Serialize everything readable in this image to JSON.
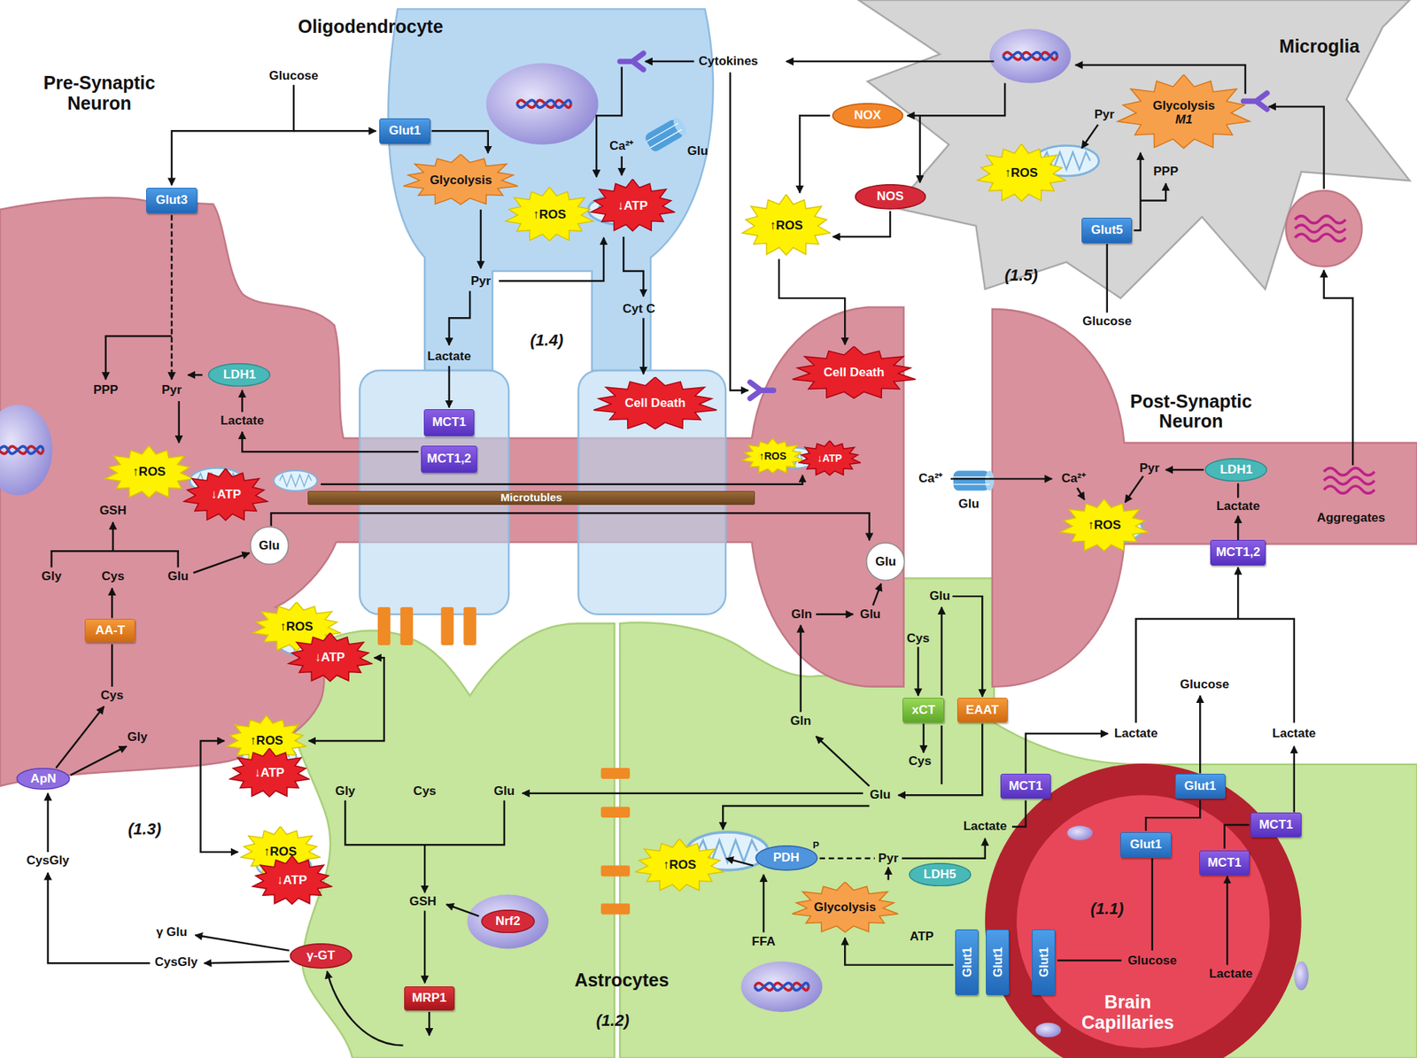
{
  "diagram": {
    "nodes": [
      {
        "text": [
          "Glut1"
        ]
      },
      {
        "text": [
          "Glut3"
        ]
      },
      {
        "text": [
          "Glycolysis"
        ]
      },
      {
        "text": [
          "↑ROS"
        ]
      },
      {
        "text": [
          "↓ATP"
        ]
      },
      {
        "text": [
          "MCT1"
        ]
      },
      {
        "text": [
          "MCT1,2"
        ]
      },
      {
        "text": [
          "Cell Death"
        ]
      },
      {
        "text": [
          "LDH1"
        ]
      },
      {
        "text": [
          "NOX"
        ]
      },
      {
        "text": [
          "NOS"
        ]
      },
      {
        "text": [
          "↑ROS"
        ]
      },
      {
        "text": [
          "Glycolysis",
          "M1"
        ]
      },
      {
        "text": [
          "↑ROS"
        ]
      },
      {
        "text": [
          "Glut5"
        ]
      },
      {
        "text": [
          "Cell Death"
        ]
      },
      {
        "text": [
          "↑ROS"
        ]
      },
      {
        "text": [
          "↓ATP"
        ]
      },
      {
        "text": [
          "Microtubles"
        ]
      },
      {
        "text": [
          "↑ROS"
        ]
      },
      {
        "text": [
          "↓ATP"
        ]
      },
      {
        "text": [
          "Glu"
        ]
      },
      {
        "text": [
          "Glu"
        ]
      },
      {
        "text": [
          "LDH1"
        ]
      },
      {
        "text": [
          "MCT1,2"
        ]
      },
      {
        "text": [
          "↑ROS"
        ]
      },
      {
        "text": [
          "AA-T"
        ]
      },
      {
        "text": [
          "↑ROS"
        ]
      },
      {
        "text": [
          "↓ATP"
        ]
      },
      {
        "text": [
          "↑ROS"
        ]
      },
      {
        "text": [
          "↓ATP"
        ]
      },
      {
        "text": [
          "↑ROS"
        ]
      },
      {
        "text": [
          "↓ATP"
        ]
      },
      {
        "text": [
          "xCT"
        ]
      },
      {
        "text": [
          "EAAT"
        ]
      },
      {
        "text": [
          "MCT1"
        ]
      },
      {
        "text": [
          "Glut1"
        ]
      },
      {
        "text": [
          "MCT1"
        ]
      },
      {
        "text": [
          "Glut1"
        ]
      },
      {
        "text": [
          "MCT1"
        ]
      },
      {
        "text": [
          "ApN"
        ]
      },
      {
        "text": [
          "↑ROS"
        ]
      },
      {
        "text": [
          "PDH"
        ]
      },
      {
        "text": [
          "LDH5"
        ]
      },
      {
        "text": [
          "Glycolysis"
        ]
      },
      {
        "text": [
          "Nrf2"
        ]
      },
      {
        "text": [
          "γ-GT"
        ]
      },
      {
        "text": [
          "MRP1"
        ]
      },
      {
        "text": [
          "Glut1"
        ]
      },
      {
        "text": [
          "Glut1"
        ]
      },
      {
        "text": [
          "Glut1"
        ]
      }
    ],
    "edges": [
      {
        "from": 0,
        "to": 2,
        "arrow": "to"
      },
      {
        "from": 9,
        "to": 11,
        "arrow": "to"
      },
      {
        "from": 10,
        "to": 11,
        "arrow": "to"
      },
      {
        "from": 11,
        "to": 15,
        "arrow": "to"
      },
      {
        "from": 14,
        "to": 12,
        "arrow": "to"
      },
      {
        "from": 28,
        "to": 29,
        "arrow": "both"
      },
      {
        "from": 29,
        "to": 31,
        "arrow": "both"
      },
      {
        "from": 42,
        "to": 41,
        "arrow": "to"
      },
      {
        "from": 38,
        "to": 36,
        "arrow": "none"
      },
      {
        "from": 39,
        "to": 37,
        "arrow": "none"
      }
    ],
    "labels": [
      "Oligodendrocyte",
      "Pre-Synaptic Neuron",
      "Glucose",
      "Cytokines",
      "Microglia",
      "Ca²⁺",
      "Glu",
      "Pyr",
      "Cyt C",
      "(1.4)",
      "Lactate",
      "PPP",
      "Pyr",
      "Lactate",
      "Pyr",
      "PPP",
      "(1.5)",
      "Glucose",
      "Post-Synaptic Neuron",
      "GSH",
      "Gly",
      "Cys",
      "Glu",
      "Ca²⁺",
      "Glu",
      "Ca²⁺",
      "Pyr",
      "Lactate",
      "Aggregates",
      "Gln",
      "Glu",
      "Glu",
      "Cys",
      "Cys",
      "Gly",
      "Cys",
      "Gln",
      "Glucose",
      "Lactate",
      "Lactate",
      "(1.3)",
      "CysGly",
      "Gly",
      "Cys",
      "Glu",
      "Glu",
      "Lactate",
      "Pyr",
      "GSH",
      "γ Glu",
      "CysGly",
      "FFA",
      "ATP",
      "Astrocytes",
      "(1.2)",
      "(1.1)",
      "Glucose",
      "Lactate",
      "Brain Capillaries",
      "P"
    ]
  }
}
